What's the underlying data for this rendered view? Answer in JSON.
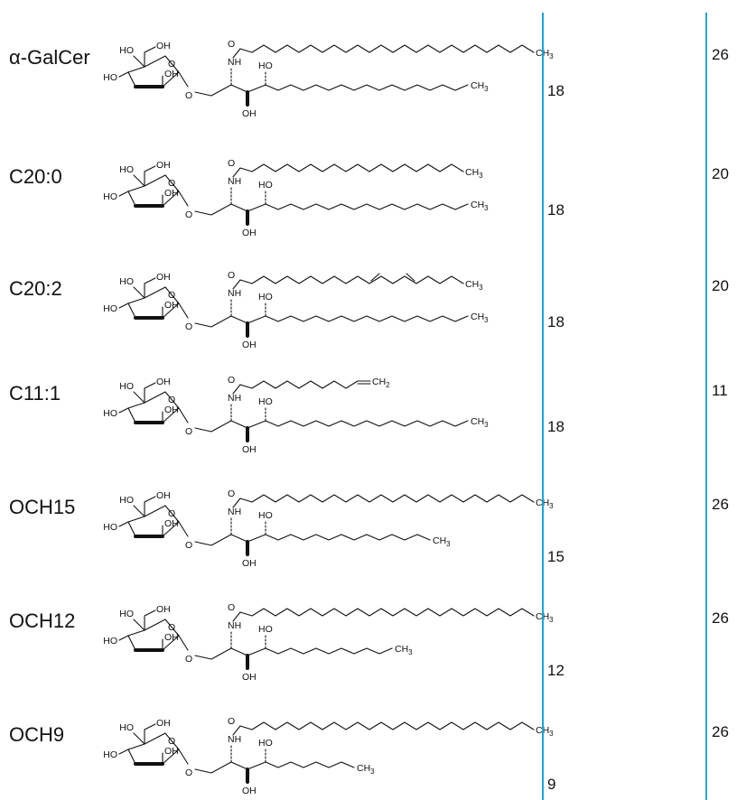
{
  "colors": {
    "guide_line": "#1aa3d9",
    "ink": "#111111"
  },
  "molecules": [
    {
      "name": "α-GalCer",
      "acyl_count": "26",
      "base_count": "18",
      "acyl_len": 26,
      "base_len": 16,
      "db": []
    },
    {
      "name": "C20:0",
      "acyl_count": "20",
      "base_count": "18",
      "acyl_len": 20,
      "base_len": 16,
      "db": []
    },
    {
      "name": "C20:2",
      "acyl_count": "20",
      "base_count": "18",
      "acyl_len": 20,
      "base_len": 16,
      "db": [
        11,
        14
      ]
    },
    {
      "name": "C11:1",
      "acyl_count": "11",
      "base_count": "18",
      "acyl_len": 11,
      "base_len": 16,
      "db": [],
      "terminal_alkene": true
    },
    {
      "name": "OCH15",
      "acyl_count": "26",
      "base_count": "15",
      "acyl_len": 26,
      "base_len": 13,
      "db": []
    },
    {
      "name": "OCH12",
      "acyl_count": "26",
      "base_count": "12",
      "acyl_len": 26,
      "base_len": 10,
      "db": []
    },
    {
      "name": "OCH9",
      "acyl_count": "26",
      "base_count": "9",
      "acyl_len": 26,
      "base_len": 7,
      "db": []
    }
  ],
  "atoms": {
    "oh": "OH",
    "ho": "HO",
    "o": "O",
    "nh": "NH",
    "ch": "CH",
    "three": "3",
    "two": "2"
  }
}
